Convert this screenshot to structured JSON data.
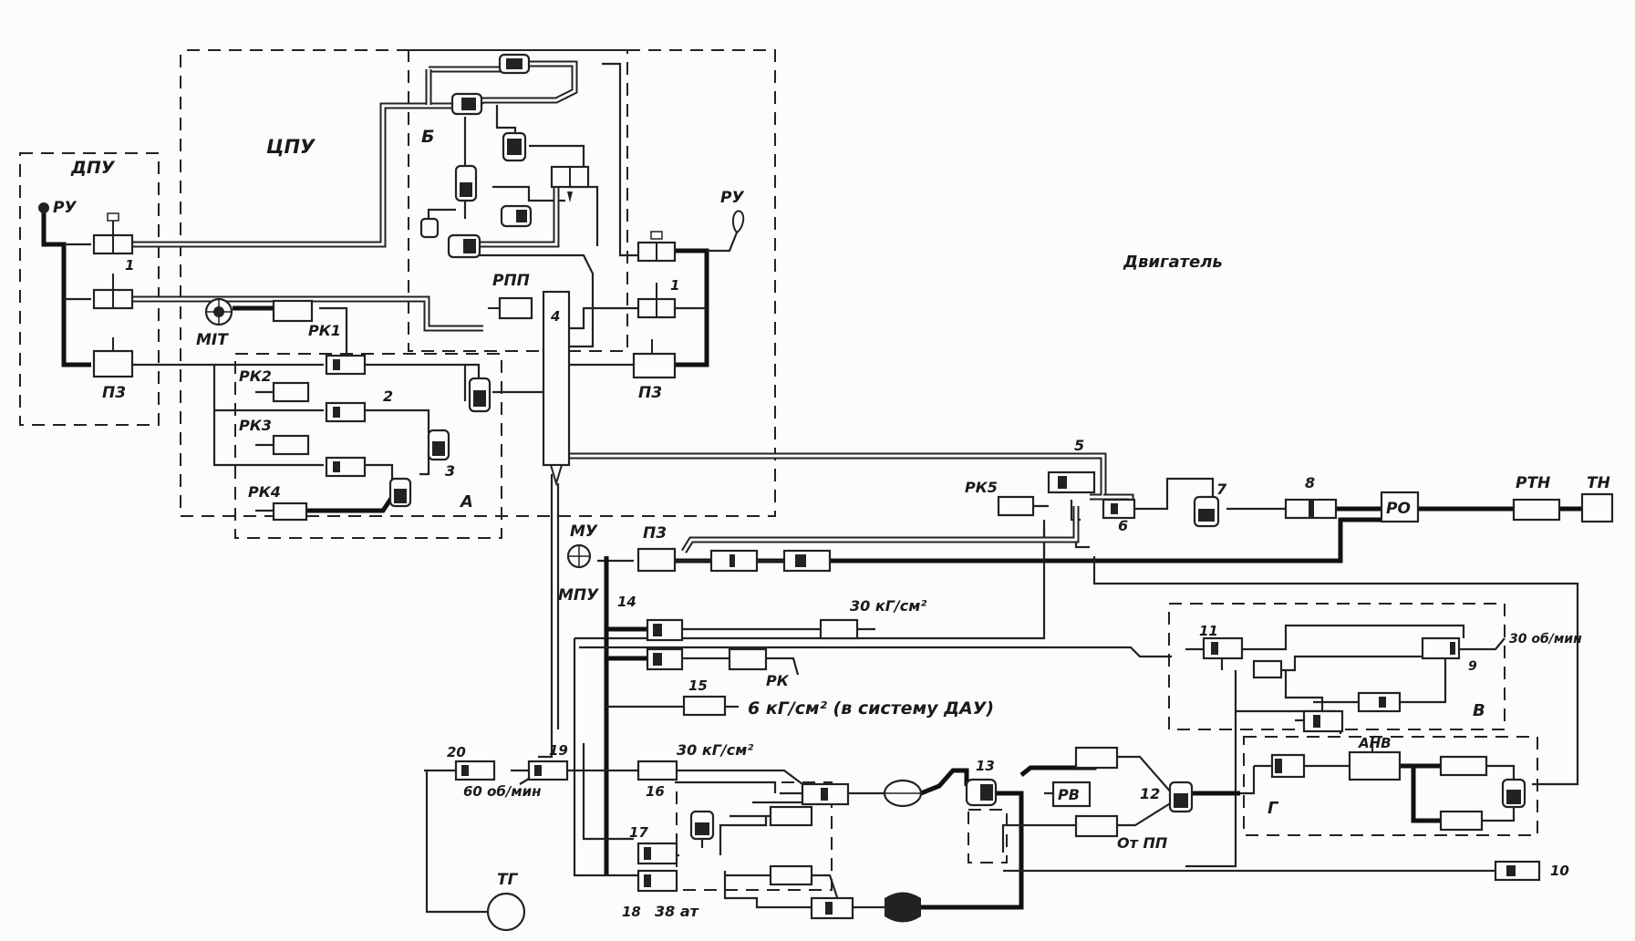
{
  "labels": {
    "dpu": "ДПУ",
    "cpu": "ЦПУ",
    "engine": "Двигатель",
    "ru_left": "РУ",
    "ru_right": "РУ",
    "b_zone": "Б",
    "a_zone": "А",
    "v_zone": "В",
    "g_zone": "Г",
    "mit": "МIТ",
    "rpp": "РПП",
    "rk1": "РК1",
    "rk2": "РК2",
    "rk3": "РК3",
    "rk4": "РК4",
    "rk5": "РК5",
    "rk": "РК",
    "pz_left": "П3",
    "pz_right": "П3",
    "pz_bottom": "П3",
    "mu": "МУ",
    "mpu": "МПУ",
    "ro": "РО",
    "rtn": "РТН",
    "tn": "ТН",
    "rv": "РВ",
    "anv": "АНВ",
    "tg": "ТГ",
    "p30a": "30 кГ/см²",
    "p30b": "30 кГ/см²",
    "p6": "6 кГ/см² (в систему ДАУ)",
    "rpm30": "30 об/мин",
    "rpm60": "60 об/мин",
    "at38": "38 ат",
    "ot_pp": "От ПП"
  },
  "numbers": {
    "n1a": "1",
    "n1b": "1",
    "n2": "2",
    "n3": "3",
    "n4": "4",
    "n5": "5",
    "n6": "6",
    "n7": "7",
    "n8": "8",
    "n9": "9",
    "n10": "10",
    "n11": "11",
    "n12": "12",
    "n13": "13",
    "n14": "14",
    "n15": "15",
    "n16": "16",
    "n17": "17",
    "n18": "18",
    "n19": "19",
    "n20": "20"
  }
}
